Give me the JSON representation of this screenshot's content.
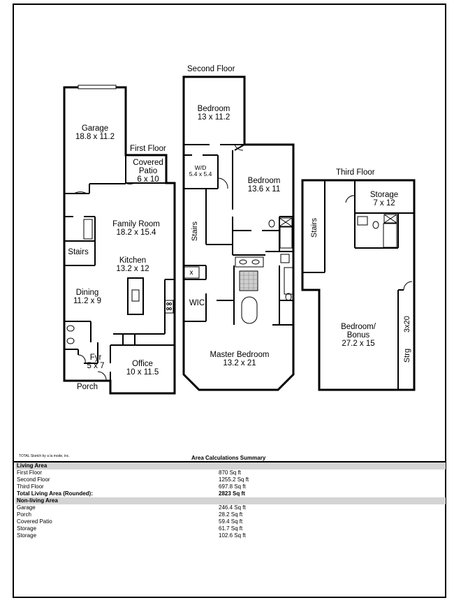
{
  "floors": {
    "first": "First Floor",
    "second": "Second Floor",
    "third": "Third Floor"
  },
  "rooms": {
    "garage": {
      "name": "Garage",
      "dims": "18.8 x 11.2"
    },
    "covered_patio": {
      "name": "Covered Patio",
      "dims": "6 x 10"
    },
    "family_room": {
      "name": "Family Room",
      "dims": "18.2 x 15.4"
    },
    "stairs_first": {
      "name": "Stairs"
    },
    "kitchen": {
      "name": "Kitchen",
      "dims": "13.2 x 12"
    },
    "dining": {
      "name": "Dining",
      "dims": "11.2 x 9"
    },
    "foyer": {
      "name": "Fyr",
      "dims": "5 x 7"
    },
    "office": {
      "name": "Office",
      "dims": "10 x 11.5"
    },
    "porch": {
      "name": "Porch"
    },
    "bedroom_front": {
      "name": "Bedroom",
      "dims": "13 x 11.2"
    },
    "wd": {
      "name": "W/D",
      "dims": "5.4 x 5.4"
    },
    "bedroom_mid": {
      "name": "Bedroom",
      "dims": "13.6 x 11"
    },
    "stairs_second": {
      "name": "Stairs"
    },
    "wic": {
      "name": "WIC"
    },
    "master_bedroom": {
      "name": "Master Bedroom",
      "dims": "13.2 x 21"
    },
    "storage_third": {
      "name": "Storage",
      "dims": "7 x 12"
    },
    "stairs_third": {
      "name": "Stairs"
    },
    "bedroom_bonus": {
      "name": "Bedroom/ Bonus",
      "dims": "27.2 x 15"
    },
    "strg": {
      "name": "Strg",
      "dims": "3x20"
    }
  },
  "closet_marks": [
    "x",
    "x",
    "x"
  ],
  "credit": "TOTAL Sketch by a la mode, inc.",
  "summary": {
    "title": "Area Calculations Summary",
    "living_header": "Living Area",
    "living": [
      {
        "name": "First Floor",
        "value": "870 Sq ft"
      },
      {
        "name": "Second Floor",
        "value": "1255.2 Sq ft"
      },
      {
        "name": "Third Floor",
        "value": "697.8 Sq ft"
      }
    ],
    "total": {
      "name": "Total Living Area (Rounded):",
      "value": "2823 Sq ft"
    },
    "nonliving_header": "Non-living Area",
    "nonliving": [
      {
        "name": "Garage",
        "value": "246.4 Sq ft"
      },
      {
        "name": "Porch",
        "value": "28.2 Sq ft"
      },
      {
        "name": "Covered Patio",
        "value": "59.4 Sq ft"
      },
      {
        "name": "Storage",
        "value": "61.7 Sq ft"
      },
      {
        "name": "Storage",
        "value": "102.6 Sq ft"
      }
    ]
  }
}
